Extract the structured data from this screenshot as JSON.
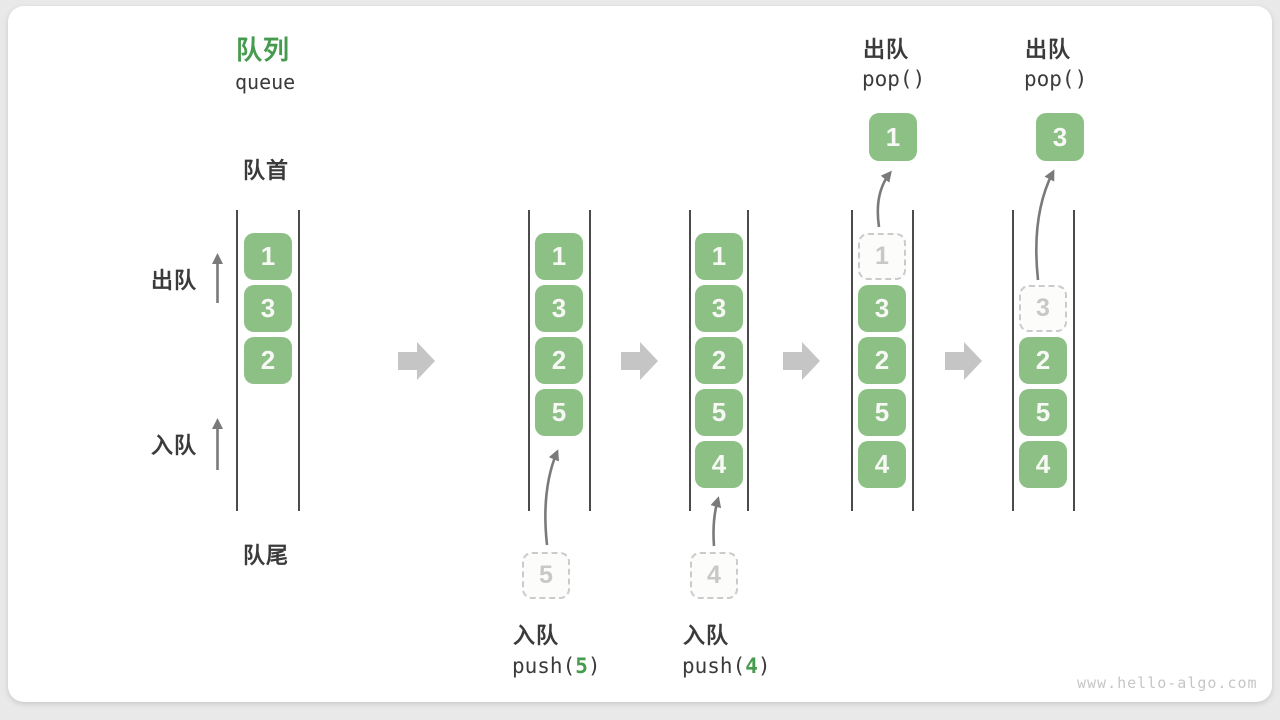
{
  "title": {
    "zh": "队列",
    "en": "queue"
  },
  "labels": {
    "front": "队首",
    "rear": "队尾",
    "dequeue_side": "出队",
    "enqueue_side": "入队"
  },
  "colors": {
    "accent_green": "#469b4e",
    "box_green": "#8cc084",
    "background": "#e9e9e9",
    "card": "#ffffff",
    "dark_text": "#3b3b3b",
    "ghost_border": "#cbcbcb",
    "thin_arrow": "#7a7a7a",
    "block_arrow": "#c5c5c5"
  },
  "columns": [
    {
      "items": [
        {
          "value": "1"
        },
        {
          "value": "3"
        },
        {
          "value": "2"
        }
      ]
    },
    {
      "items": [
        {
          "value": "1"
        },
        {
          "value": "3"
        },
        {
          "value": "2"
        },
        {
          "value": "5"
        }
      ],
      "incoming": {
        "value": "5"
      }
    },
    {
      "items": [
        {
          "value": "1"
        },
        {
          "value": "3"
        },
        {
          "value": "2"
        },
        {
          "value": "5"
        },
        {
          "value": "4"
        }
      ],
      "incoming": {
        "value": "4"
      }
    },
    {
      "ghost": {
        "value": "1"
      },
      "items": [
        {
          "value": "3"
        },
        {
          "value": "2"
        },
        {
          "value": "5"
        },
        {
          "value": "4"
        }
      ],
      "outgoing": {
        "value": "1"
      }
    },
    {
      "ghost": {
        "value": "3"
      },
      "items": [
        {
          "value": "2"
        },
        {
          "value": "5"
        },
        {
          "value": "4"
        }
      ],
      "outgoing": {
        "value": "3"
      }
    }
  ],
  "operations": {
    "push5": {
      "label": "入队",
      "code_prefix": "push(",
      "arg": "5",
      "code_suffix": ")"
    },
    "push4": {
      "label": "入队",
      "code_prefix": "push(",
      "arg": "4",
      "code_suffix": ")"
    },
    "pop1": {
      "label": "出队",
      "code": "pop()"
    },
    "pop2": {
      "label": "出队",
      "code": "pop()"
    }
  },
  "watermark": "www.hello-algo.com"
}
